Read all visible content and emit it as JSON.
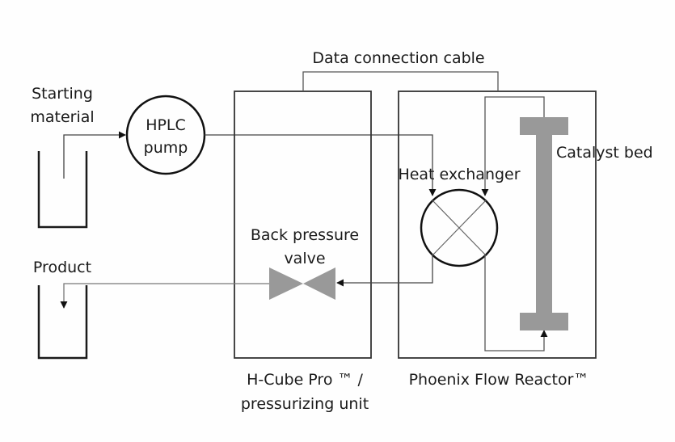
{
  "labels": {
    "starting_material_line1": "Starting",
    "starting_material_line2": "material",
    "pump_line1": "HPLC",
    "pump_line2": "pump",
    "data_cable": "Data connection cable",
    "heat_exchanger": "Heat exchanger",
    "catalyst_bed": "Catalyst bed",
    "back_pressure_line1": "Back pressure",
    "back_pressure_line2": "valve",
    "product": "Product",
    "hcube_line1": "H-Cube Pro ™ /",
    "hcube_line2": "pressurizing unit",
    "phoenix": "Phoenix Flow Reactor™"
  },
  "colors": {
    "line_dark": "#1a1a1a",
    "line_gray": "#6b6b6b",
    "component_gray": "#999999",
    "background": "#fefefe"
  }
}
